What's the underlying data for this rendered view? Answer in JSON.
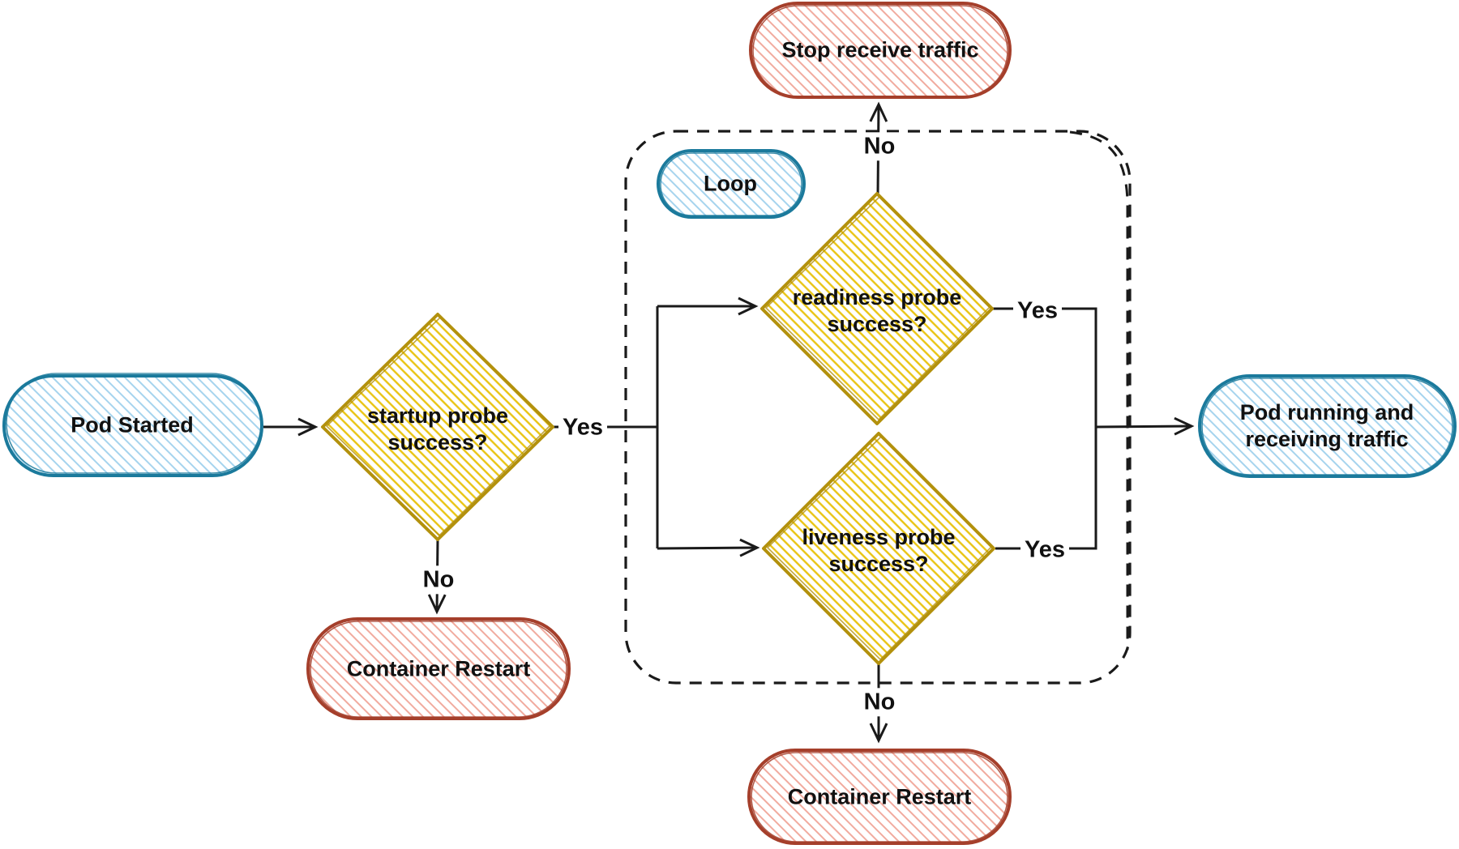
{
  "flowchart": {
    "nodes": {
      "pod_started": "Pod Started",
      "startup_probe": "startup probe success?",
      "loop": "Loop",
      "readiness_probe": "readiness probe success?",
      "liveness_probe": "liveness probe success?",
      "stop_receive_traffic": "Stop receive traffic",
      "container_restart_startup": "Container Restart",
      "container_restart_liveness": "Container Restart",
      "pod_running": "Pod running and receiving traffic"
    },
    "edge_labels": {
      "startup_yes": "Yes",
      "startup_no": "No",
      "readiness_yes": "Yes",
      "readiness_no": "No",
      "liveness_yes": "Yes",
      "liveness_no": "No"
    },
    "colors": {
      "blue_stroke": "#1b7a9c",
      "blue_hatch": "#a6d4ee",
      "red_stroke": "#a53f2b",
      "red_hatch": "#f1ab9f",
      "yellow_stroke": "#b3910d",
      "yellow_hatch": "#e9c412",
      "line": "#1a1a1a"
    }
  }
}
